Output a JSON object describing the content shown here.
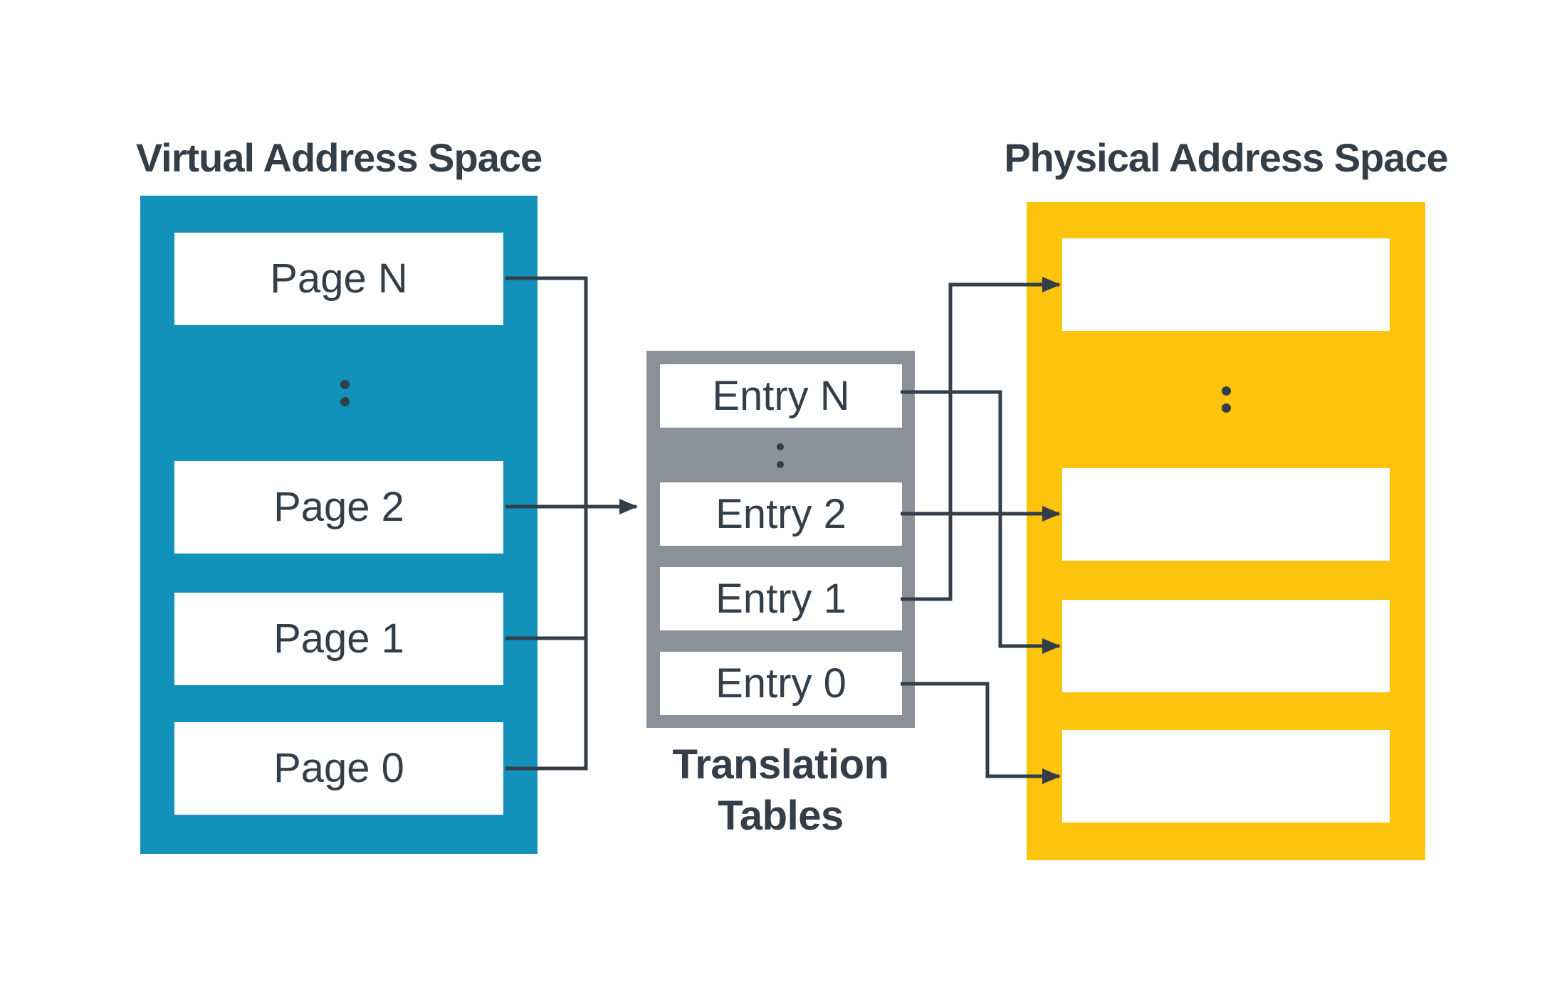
{
  "titles": {
    "virtual": "Virtual Address Space",
    "physical": "Physical Address Space"
  },
  "virtual_space": {
    "pages": [
      "Page N",
      "Page 2",
      "Page 1",
      "Page 0"
    ],
    "ellipsis": ":"
  },
  "translation_tables": {
    "entries": [
      "Entry N",
      "Entry 2",
      "Entry 1",
      "Entry 0"
    ],
    "ellipsis": ":",
    "caption": "Translation Tables"
  },
  "physical_space": {
    "frames": 4,
    "frame_labels": [
      "",
      "",
      "",
      ""
    ],
    "ellipsis": ":"
  },
  "connections": {
    "pages_to_table": "Page N, Page 2, Page 1 and Page 0 funnel into a single arrow entering the Translation Tables",
    "entries_to_frames": [
      {
        "entry": "Entry N",
        "frame_index": 3
      },
      {
        "entry": "Entry 2",
        "frame_index": 2
      },
      {
        "entry": "Entry 1",
        "frame_index": 1
      },
      {
        "entry": "Entry 0",
        "frame_index": 4
      }
    ]
  },
  "colors": {
    "virtual_fill": "#1292BB",
    "translation_fill": "#8A9199",
    "physical_fill": "#FDC40D",
    "ink": "#333E49",
    "box_fill": "#FFFFFF"
  }
}
